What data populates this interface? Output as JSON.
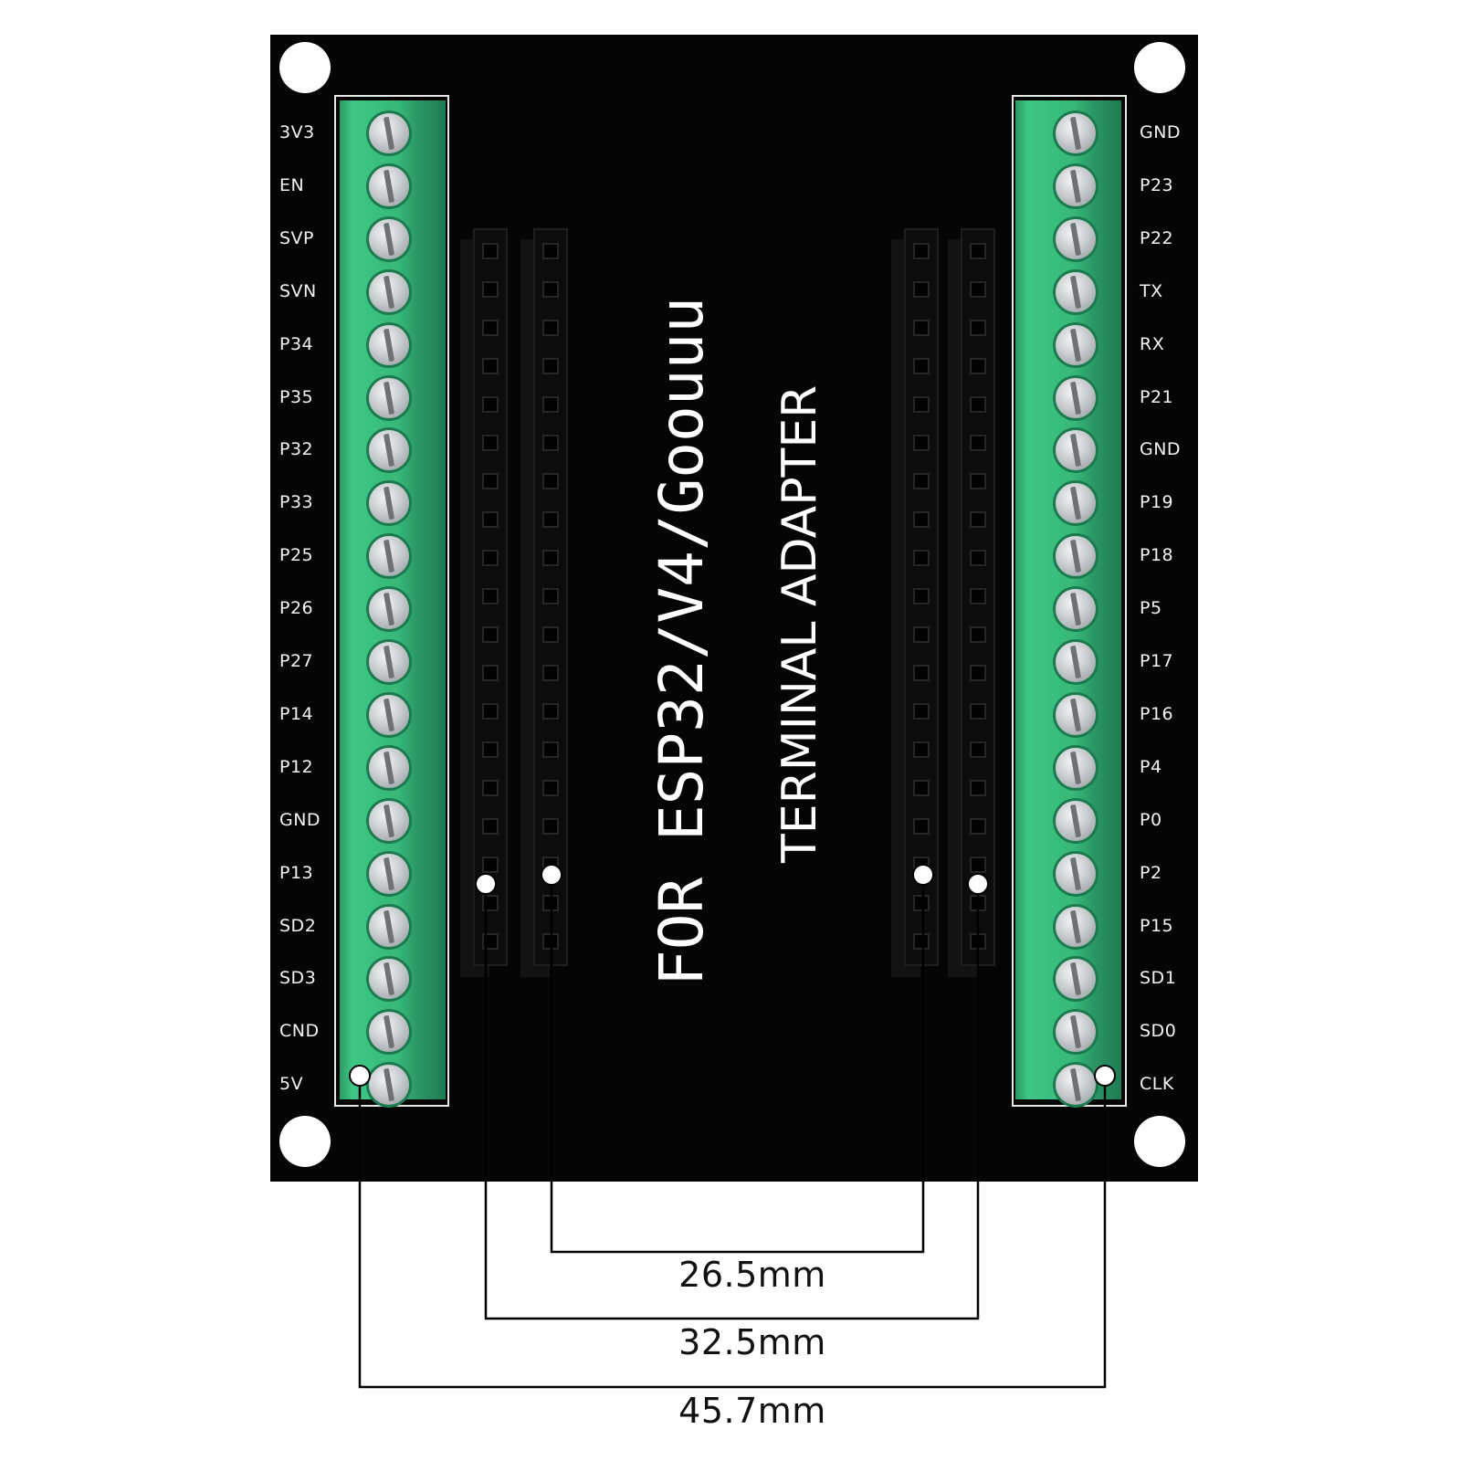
{
  "board": {
    "title_line1": "FOR ESP32/V4/Goouuu",
    "title_line2": "TERMINAL ADAPTER",
    "left_pins": [
      "3V3",
      "EN",
      "SVP",
      "SVN",
      "P34",
      "P35",
      "P32",
      "P33",
      "P25",
      "P26",
      "P27",
      "P14",
      "P12",
      "GND",
      "P13",
      "SD2",
      "SD3",
      "CND",
      "5V"
    ],
    "right_pins": [
      "GND",
      "P23",
      "P22",
      "TX",
      "RX",
      "P21",
      "GND",
      "P19",
      "P18",
      "P5",
      "P17",
      "P16",
      "P4",
      "P0",
      "P2",
      "P15",
      "SD1",
      "SD0",
      "CLK"
    ],
    "colors": {
      "pcb": "#050505",
      "terminal": "#36b878",
      "silkscreen": "#f2f2f2"
    }
  },
  "dimensions": [
    {
      "label": "26.5mm"
    },
    {
      "label": "32.5mm"
    },
    {
      "label": "45.7mm"
    }
  ]
}
